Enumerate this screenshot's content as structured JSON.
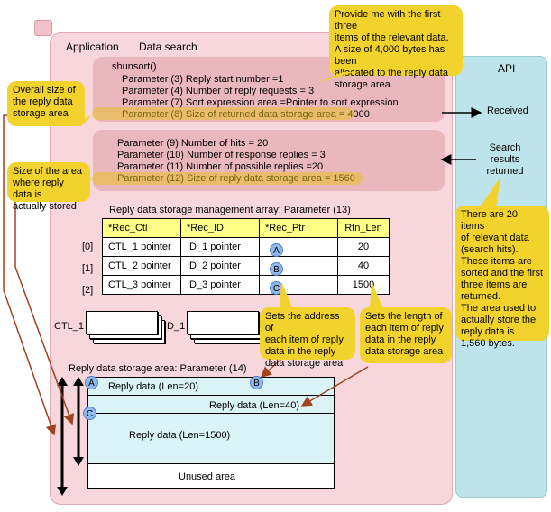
{
  "app": {
    "title": "Application",
    "subtitle": "Data search"
  },
  "api": {
    "title": "API",
    "received": "Received",
    "search_results": [
      "Search",
      "results",
      "returned"
    ]
  },
  "request": {
    "func": "shunsort()",
    "lines": [
      "Parameter (3) Reply start number =1",
      "Parameter (4) Number of reply requests = 3",
      "Parameter (7) Sort expression area =Pointer to sort expression",
      "Parameter (8) Size of returned data storage area = 4000"
    ]
  },
  "response": {
    "lines": [
      "Parameter (9)   Number of hits = 20",
      "Parameter (10) Number of response replies = 3",
      "Parameter (11) Number of possible replies =20",
      "Parameter (12) Size of reply data storage area = 1560"
    ]
  },
  "mgmt": {
    "title": "Reply data storage management array: Parameter (13)",
    "headers": [
      "*Rec_Ctl",
      "*Rec_ID",
      "*Rec_Ptr",
      "Rtn_Len"
    ],
    "rows": [
      {
        "idx": "[0]",
        "ctl": "CTL_1 pointer",
        "id": "ID_1 pointer",
        "ptr": "A",
        "len": "20"
      },
      {
        "idx": "[1]",
        "ctl": "CTL_2 pointer",
        "id": "ID_2 pointer",
        "ptr": "B",
        "len": "40"
      },
      {
        "idx": "[2]",
        "ctl": "CTL_3 pointer",
        "id": "ID_3 pointer",
        "ptr": "C",
        "len": "1500"
      }
    ]
  },
  "stacks": {
    "ctl": "CTL_1",
    "id": "ID_1"
  },
  "storage": {
    "title": "Reply data storage area: Parameter (14)",
    "segments": [
      "Reply data (Len=20)",
      "Reply data (Len=40)",
      "Reply data (Len=1500)",
      "Unused area"
    ],
    "markers": [
      "A",
      "B",
      "C"
    ]
  },
  "callouts": {
    "top": [
      "Provide me with the first three",
      "items of the relevant data.",
      "A size of 4,000 bytes has been",
      "allocated to the reply data",
      "storage area."
    ],
    "overall": [
      "Overall size of",
      "the reply data",
      "storage area"
    ],
    "actual": [
      "Size of the area",
      "where reply data is",
      "actually stored"
    ],
    "api": [
      "There are 20 items",
      "of relevant data",
      "(search hits).",
      "These items are",
      "sorted and the first",
      "three items are",
      "returned.",
      "The area used to",
      "actually store the",
      "reply data is",
      "1,560 bytes."
    ],
    "address": [
      "Sets the address of",
      "each item of reply",
      "data in the reply",
      "data storage area"
    ],
    "length": [
      "Sets the length of",
      "each item of reply",
      "data in the reply",
      "data storage area"
    ]
  },
  "colors": {
    "app_bg": "#f7d6dc",
    "api_bg": "#bde4ea",
    "callout": "#f2d32e",
    "box": "#eab7bd",
    "header": "#ffff88"
  }
}
